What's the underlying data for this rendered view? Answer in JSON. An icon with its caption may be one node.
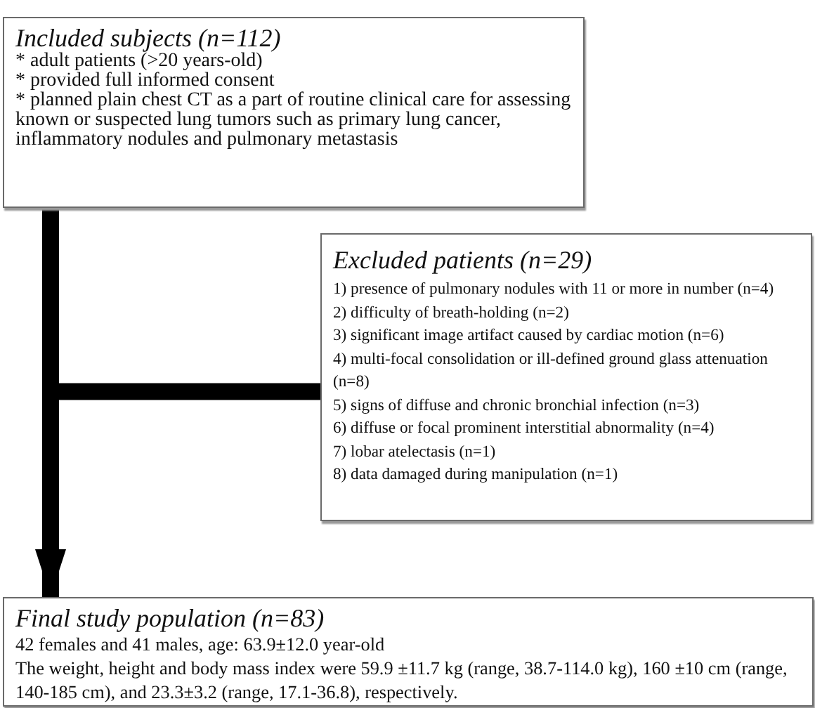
{
  "diagram": {
    "nodes": [
      {
        "text": [
          "Included subjects (n=112)",
          "* adult patients (>20 years-old)",
          "* provided full informed consent",
          "* planned plain chest CT as a part of routine clinical care for assessing known or suspected lung tumors such as primary lung cancer, inflammatory nodules and pulmonary metastasis"
        ]
      },
      {
        "text": [
          "Excluded patients (n=29)",
          "1) presence of pulmonary nodules with 11 or more in number (n=4)",
          "2) difficulty of breath-holding (n=2)",
          "3) significant image artifact caused by cardiac motion (n=6)",
          "4) multi-focal consolidation or ill-defined ground glass attenuation (n=8)",
          "5) signs of diffuse and chronic bronchial infection (n=3)",
          "6) diffuse or focal prominent interstitial abnormality (n=4)",
          "7) lobar atelectasis (n=1)",
          "8) data damaged during manipulation (n=1)"
        ]
      },
      {
        "text": [
          "Final study population (n=83)",
          "42 females and 41 males, age: 63.9±12.0 year-old",
          "The weight, height and body mass index were 59.9 ±11.7 kg (range, 38.7-114.0 kg), 160 ±10 cm (range, 140-185 cm), and 23.3±3.2 (range, 17.1-36.8), respectively."
        ]
      }
    ],
    "edges": [
      {
        "from": 0,
        "to": 2,
        "arrow": "to"
      },
      {
        "from": 0,
        "to": 1,
        "arrow": "none"
      }
    ]
  }
}
